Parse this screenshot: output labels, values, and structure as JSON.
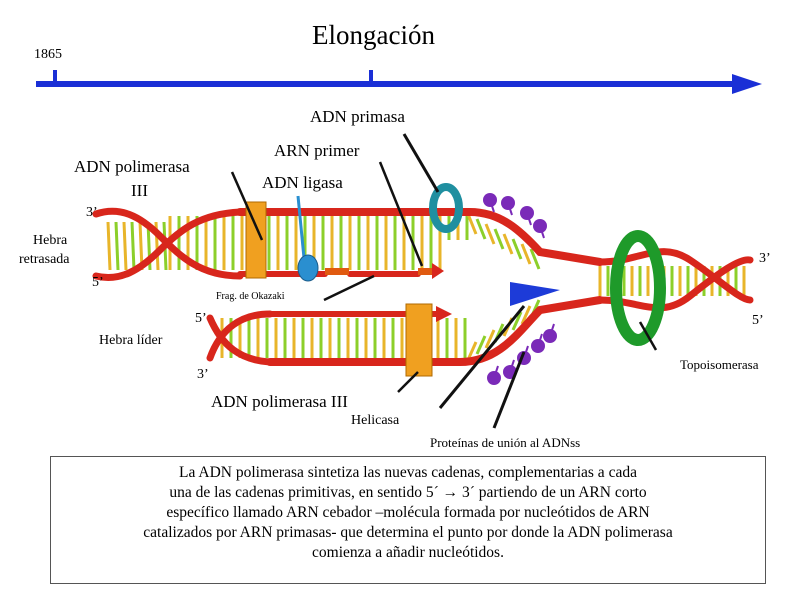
{
  "title": "Elongación",
  "timeline": {
    "year": "1865"
  },
  "labels": {
    "adn_primasa": "ADN primasa",
    "arn_primer": "ARN primer",
    "adn_polimerasa_top_line1": "ADN polimerasa",
    "adn_polimerasa_top_line2": "III",
    "adn_ligasa": "ADN ligasa",
    "hebra_retrasada_line1": "Hebra",
    "hebra_retrasada_line2": "retrasada",
    "frag_okazaki": "Frag. de Okazaki",
    "hebra_lider": "Hebra líder",
    "adn_polimerasa_bottom": "ADN polimerasa III",
    "helicasa": "Helicasa",
    "proteinas": "Proteínas de unión al ADNss",
    "topoisomerasa": "Topoisomerasa",
    "end_3_top_left": "3’",
    "end_5_top_left": "5’",
    "end_5_bottom_left": "5’",
    "end_3_bottom_left": "3’",
    "end_3_right": "3’",
    "end_5_right": "5’"
  },
  "caption": {
    "line1": "La ADN polimerasa sintetiza las nuevas cadenas, complementarias a cada",
    "line2": "una de las cadenas primitivas, en sentido 5´ → 3´ partiendo de un ARN corto",
    "line3": "específico llamado ARN cebador –molécula formada por nucleótidos de ARN",
    "line4": "catalizados  por ARN primasas- que determina el punto por donde la ADN polimerasa",
    "line5": "comienza a añadir nucleótidos."
  },
  "colors": {
    "timeline": "#1a2fd6",
    "backbone": "#d8261c",
    "rung_yellow": "#e8b52a",
    "rung_green": "#8ccf2a",
    "polymerase": "#f0a020",
    "primase": "#1f8fa0",
    "topoisomerase": "#1e9a2a",
    "ssb": "#7a2ab8",
    "helicase": "#1d3bd8",
    "ligase": "#2a8fd0",
    "primer": "#e05a10"
  }
}
